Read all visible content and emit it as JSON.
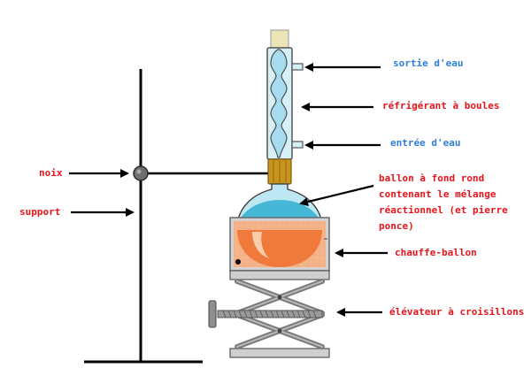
{
  "labels": {
    "sortie": "sortie d'eau",
    "refrigerant": "réfrigérant à boules",
    "entree": "entrée d'eau",
    "ballon_line1": "ballon à fond rond",
    "ballon_line2": "contenant le mélange",
    "ballon_line3": "réactionnel (et pierre",
    "ballon_line4": "ponce)",
    "chauffe": "chauffe-ballon",
    "elevateur": "élévateur à croisillons",
    "noix": "noix",
    "support": "support"
  },
  "colors": {
    "label_red": "#e8141a",
    "label_blue": "#2f7fd8",
    "glass": "#bfe6f3",
    "liquid": "#45b8d8",
    "cork": "#c8941e",
    "heater_fill": "#f07a3c",
    "heater_frame": "#d2d2d2"
  },
  "icons": [
    "arrow-icon",
    "clamp-knob-icon",
    "crank-handle-icon"
  ]
}
